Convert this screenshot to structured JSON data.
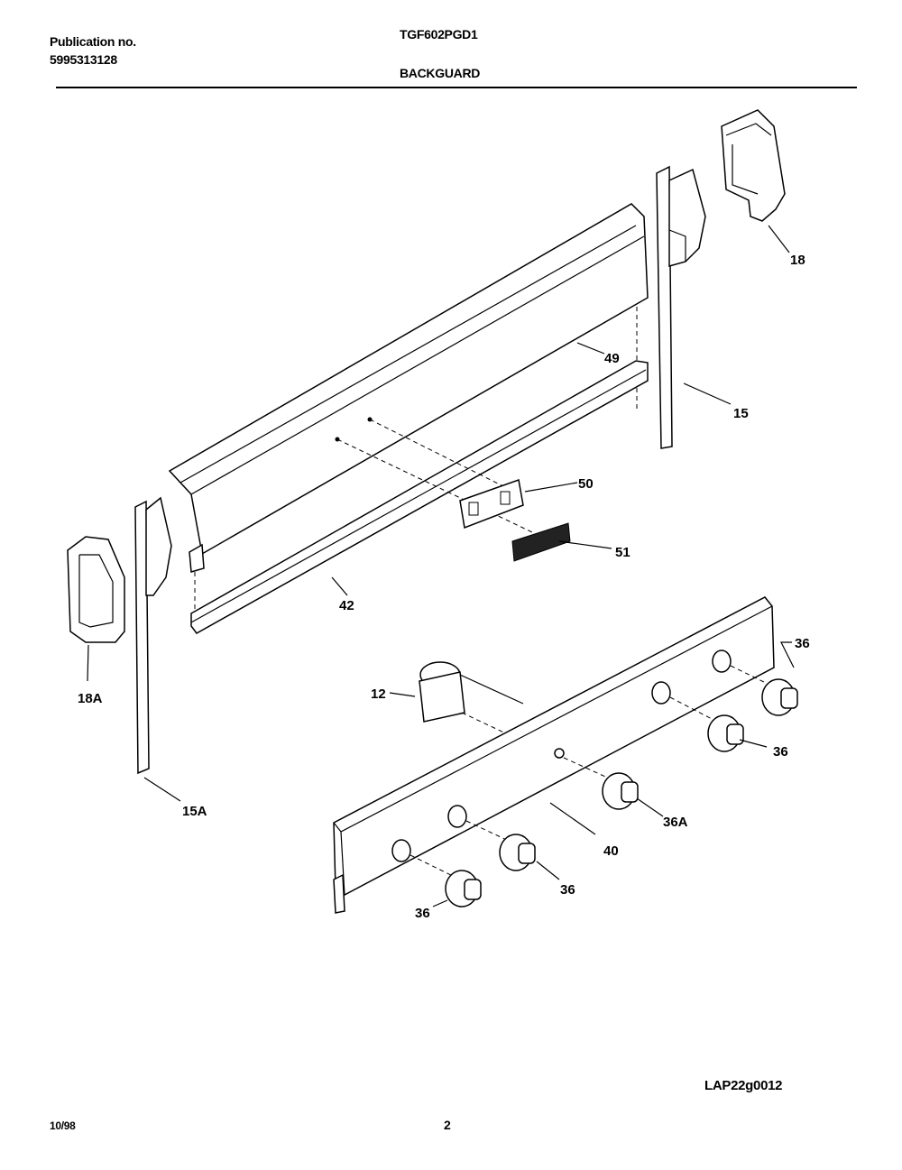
{
  "header": {
    "publication_label": "Publication no.",
    "publication_number": "5995313128",
    "model": "TGF602PGD1",
    "section": "BACKGUARD"
  },
  "footer": {
    "date": "10/98",
    "page": "2",
    "drawing_code": "LAP22g0012"
  },
  "parts": {
    "p18": "18",
    "p49": "49",
    "p15": "15",
    "p50": "50",
    "p51": "51",
    "p42": "42",
    "p18A": "18A",
    "p12": "12",
    "p36a": "36",
    "p36b": "36",
    "p36A": "36A",
    "p40": "40",
    "p36c": "36",
    "p36d": "36",
    "p15A": "15A"
  }
}
